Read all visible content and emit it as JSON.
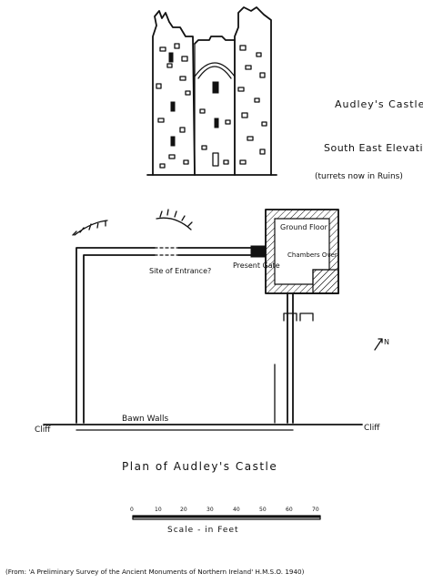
{
  "elevation": {
    "title": "Audley's Castle",
    "subtitle": "South East Elevation",
    "note": "(turrets now in Ruins)"
  },
  "plan": {
    "ground_floor_label": "Ground Floor",
    "chambers_label": "Chambers Over",
    "site_of_entrance_label": "Site of Entrance?",
    "present_gate_label": "Present Gate",
    "bawn_walls_label": "Bawn Walls",
    "cliff_left_label": "Cliff",
    "cliff_right_label": "Cliff",
    "north_label": "N",
    "title": "Plan of Audley's Castle"
  },
  "scale": {
    "ticks": [
      "0",
      "10",
      "20",
      "30",
      "40",
      "50",
      "60",
      "70"
    ],
    "label": "Scale - in Feet"
  },
  "source": "(From: 'A Preliminary Survey of the Ancient Monuments of Northern Ireland' H.M.S.O. 1940)"
}
